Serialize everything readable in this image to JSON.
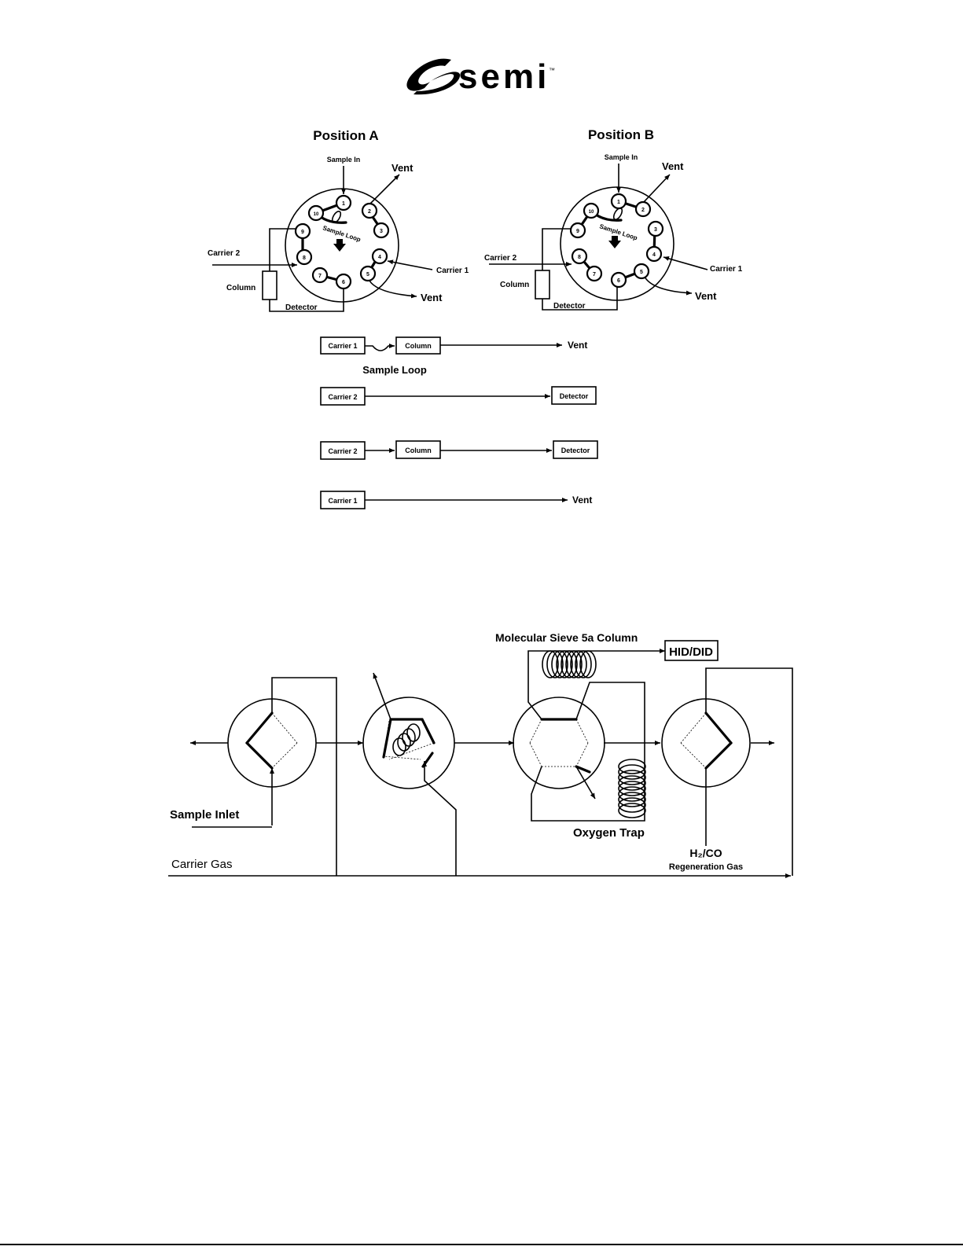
{
  "brand": {
    "name": "semi",
    "tm": "™"
  },
  "valve_a": {
    "title": "Position A",
    "sample_in": "Sample In",
    "vent_top": "Vent",
    "sample_loop": "Sample Loop",
    "carrier_2": "Carrier 2",
    "carrier_1": "Carrier 1",
    "column": "Column",
    "detector": "Detector",
    "vent_bottom": "Vent",
    "ports": [
      "1",
      "2",
      "3",
      "4",
      "5",
      "6",
      "7",
      "8",
      "9",
      "10"
    ]
  },
  "valve_b": {
    "title": "Position B",
    "sample_in": "Sample In",
    "vent_top": "Vent",
    "sample_loop": "Sample Loop",
    "carrier_2": "Carrier 2",
    "carrier_1": "Carrier 1",
    "column": "Column",
    "detector": "Detector",
    "vent_bottom": "Vent",
    "ports": [
      "1",
      "2",
      "3",
      "4",
      "5",
      "6",
      "7",
      "8",
      "9",
      "10"
    ]
  },
  "flows": {
    "row1": {
      "from": "Carrier 1",
      "via": "Column",
      "to": "Vent",
      "loop_label": "Sample Loop"
    },
    "row2": {
      "from": "Carrier 2",
      "to": "Detector"
    },
    "row3": {
      "from": "Carrier 2",
      "via": "Column",
      "to": "Detector"
    },
    "row4": {
      "from": "Carrier 1",
      "to": "Vent"
    }
  },
  "system": {
    "molecular_sieve": "Molecular Sieve 5a Column",
    "detector": "HID/DID",
    "sample_inlet": "Sample Inlet",
    "carrier_gas": "Carrier Gas",
    "oxygen_trap": "Oxygen Trap",
    "regen_gas_formula": "H₂/CO",
    "regen_gas_label": "Regeneration Gas"
  }
}
